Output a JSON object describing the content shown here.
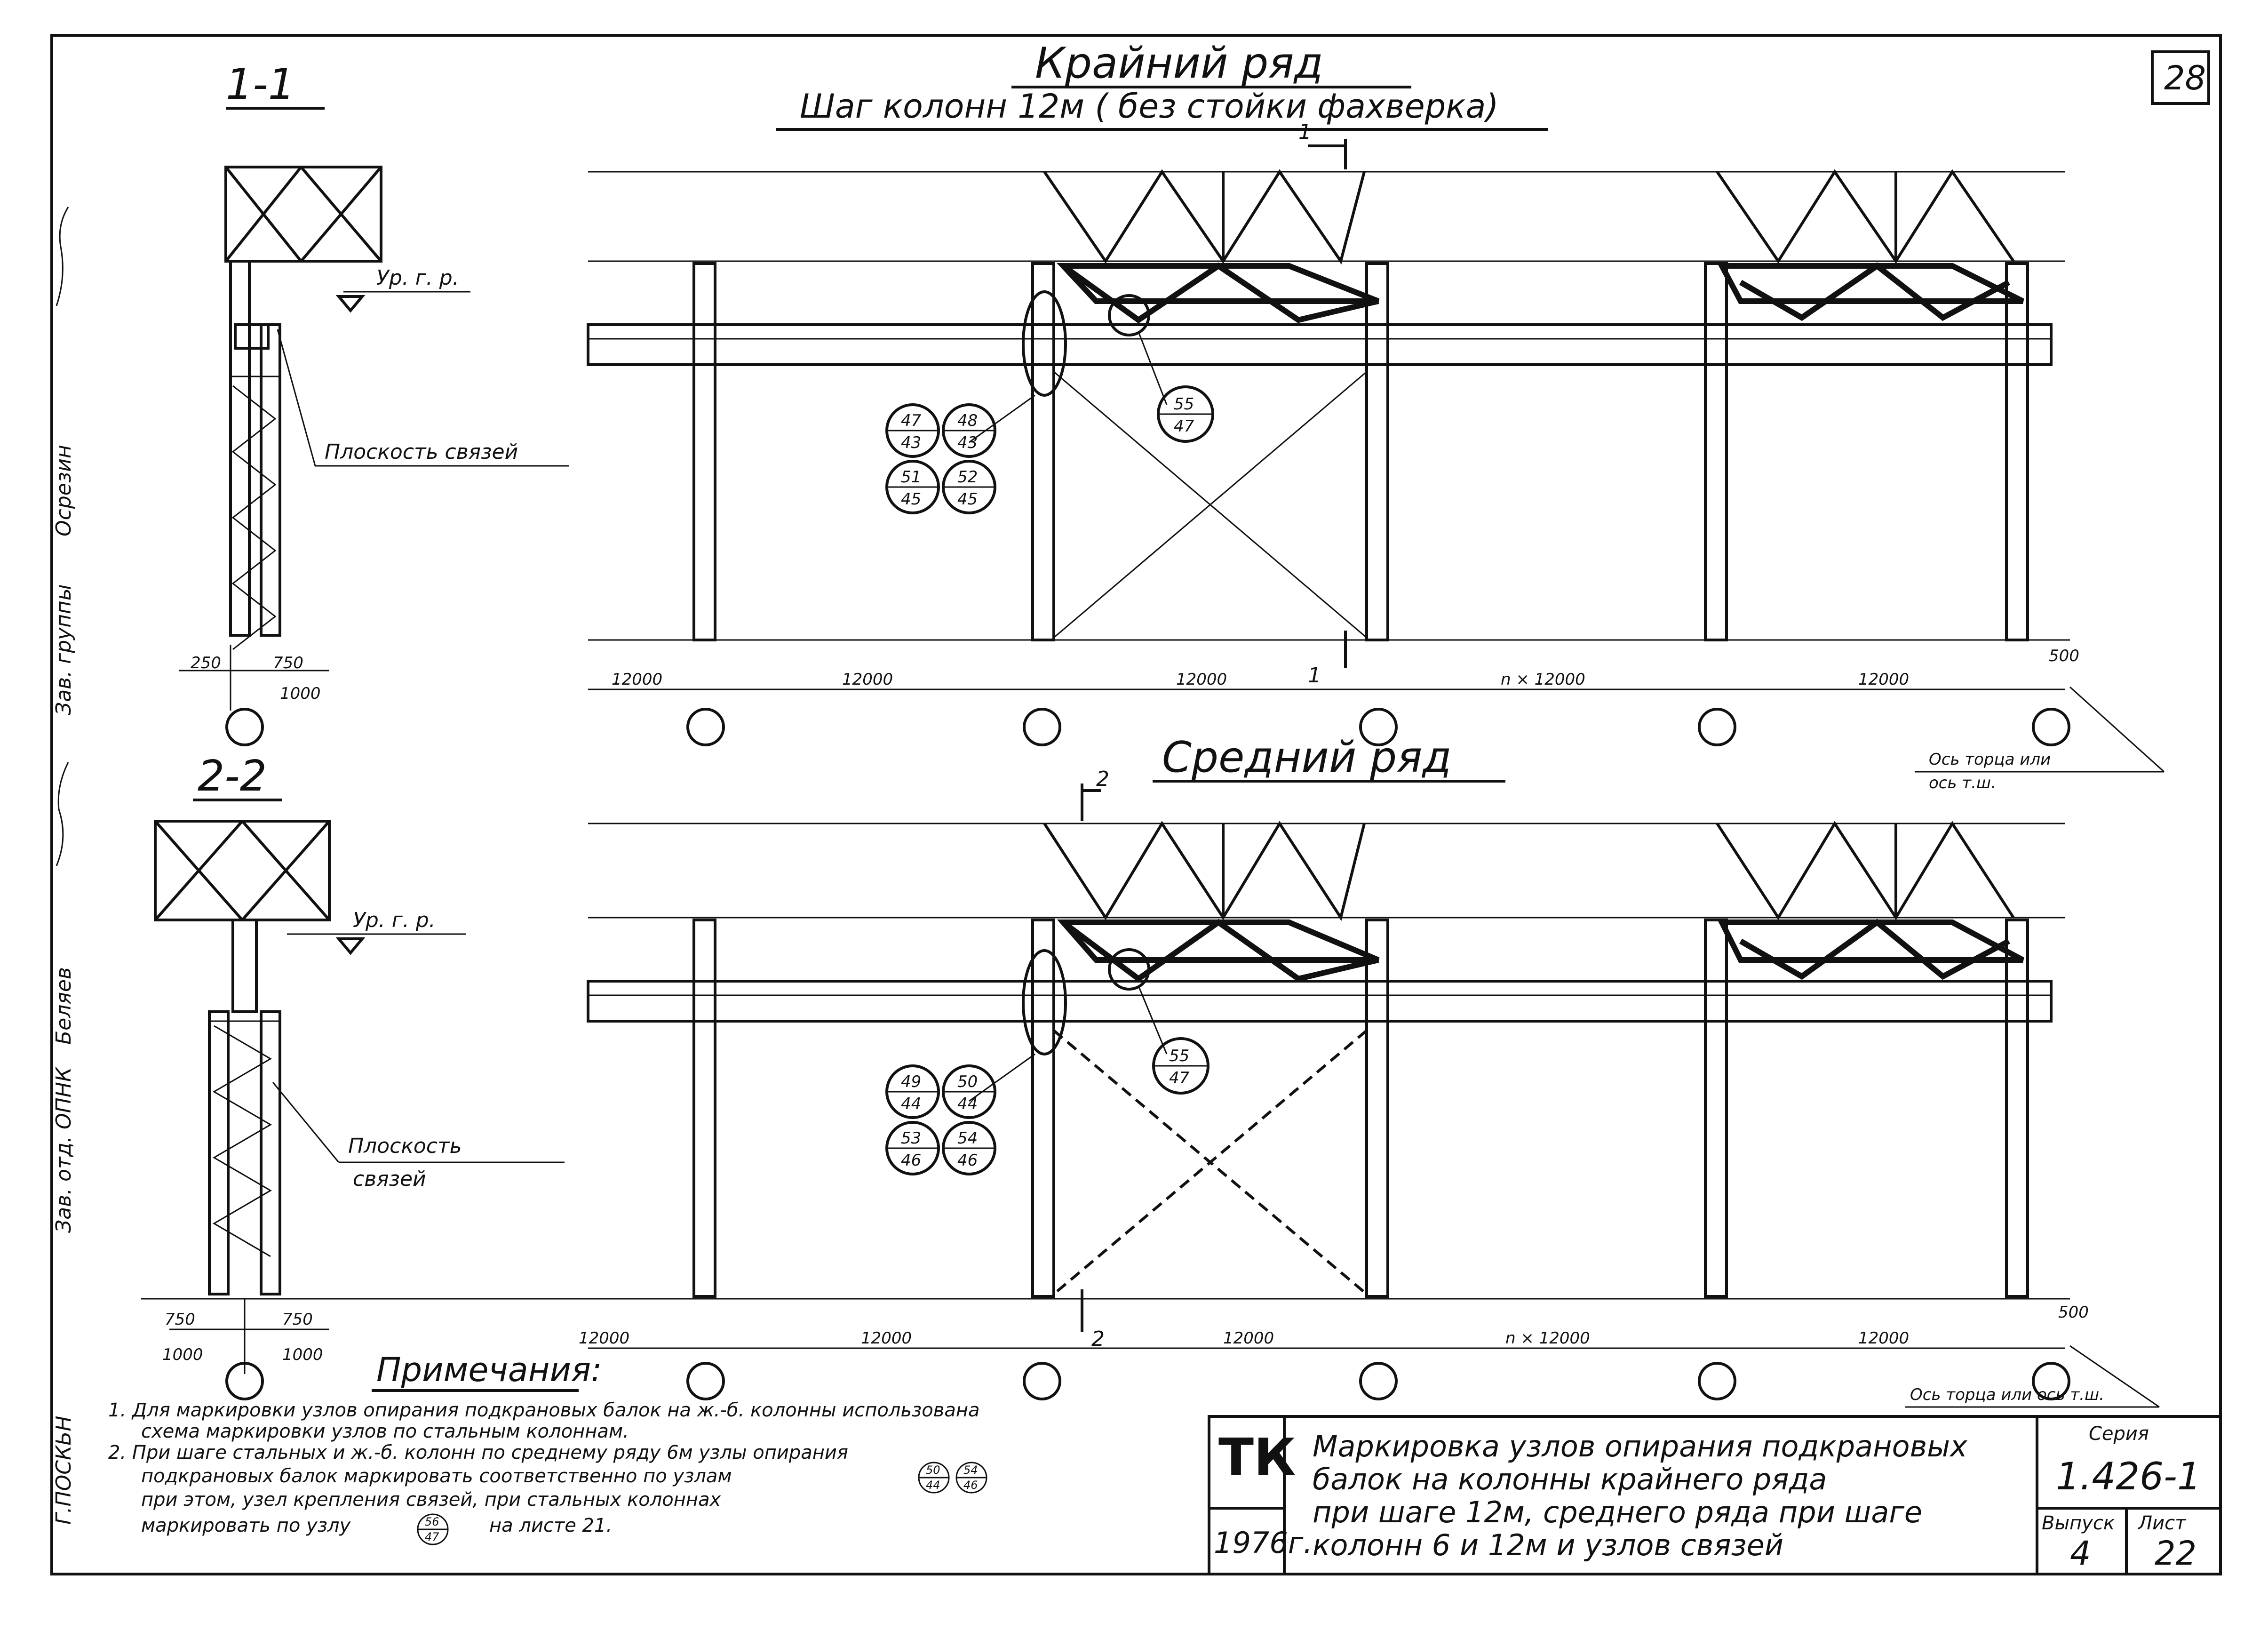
{
  "sheet": {
    "number": "28",
    "stamp_side": [
      "Г.ПОСКЬН",
      "Зав. отд. ОПНК",
      "Беляев",
      "Зав. группы",
      "Осрезин"
    ]
  },
  "section_1": {
    "label": "1-1",
    "level_mark": "Ур. г. р.",
    "bracing_plane": "Плоскость связей",
    "dims": [
      "250",
      "750",
      "1000"
    ]
  },
  "section_2": {
    "label": "2-2",
    "level_mark": "Ур. г. р.",
    "bracing_plane_line1": "Плоскость",
    "bracing_plane_line2": "связей",
    "dims": [
      "750",
      "750",
      "1000",
      "1000"
    ]
  },
  "row_edge": {
    "title": "Крайний ряд",
    "subtitle": "Шаг колонн 12м ( без стойки фахверка)",
    "cut_mark": "1",
    "spans": [
      "12000",
      "12000",
      "12000",
      "n × 12000",
      "12000"
    ],
    "end_offset": "500",
    "axis_note_line1": "Ось торца или",
    "axis_note_line2": "ось т.ш.",
    "node_group": [
      {
        "top": "47",
        "bottom": "43"
      },
      {
        "top": "48",
        "bottom": "43"
      },
      {
        "top": "51",
        "bottom": "45"
      },
      {
        "top": "52",
        "bottom": "45"
      }
    ],
    "node_single": {
      "top": "55",
      "bottom": "47"
    }
  },
  "row_middle": {
    "title": "Средний ряд",
    "cut_mark": "2",
    "spans": [
      "12000",
      "12000",
      "12000",
      "n × 12000",
      "12000"
    ],
    "end_offset": "500",
    "axis_note": "Ось торца или ось т.ш.",
    "node_group": [
      {
        "top": "49",
        "bottom": "44"
      },
      {
        "top": "50",
        "bottom": "44"
      },
      {
        "top": "53",
        "bottom": "46"
      },
      {
        "top": "54",
        "bottom": "46"
      }
    ],
    "node_single": {
      "top": "55",
      "bottom": "47"
    }
  },
  "notes": {
    "heading": "Примечания:",
    "n1_line1": "1.  Для маркировки узлов опирания подкрановых балок на ж.-б. колонны использована",
    "n1_line2": "схема маркировки узлов по стальным колоннам.",
    "n2_line1": "2.  При шаге стальных и ж.-б. колонн по среднему ряду 6м узлы опирания",
    "n2_line2": "подкрановых балок маркировать соответственно по узлам",
    "n2_line3": "при этом, узел крепления связей, при стальных колоннах",
    "n2_line4": "маркировать по узлу",
    "n2_line4_tail": "на листе 21.",
    "ref_a": {
      "top": "50",
      "bottom": "44"
    },
    "ref_b": {
      "top": "54",
      "bottom": "46"
    },
    "ref_c": {
      "top": "56",
      "bottom": "47"
    }
  },
  "title_block": {
    "org": "ТК",
    "year": "1976г.",
    "title_line1": "Маркировка узлов опирания подкрановых",
    "title_line2": "балок на колонны крайнего ряда",
    "title_line3": "при шаге 12м, среднего ряда при шаге",
    "title_line4": "колонн 6 и 12м и узлов связей",
    "series_label": "Серия",
    "series_value": "1.426-1",
    "issue_label": "Выпуск",
    "issue_value": "4",
    "sheet_label": "Лист",
    "sheet_value": "22"
  }
}
